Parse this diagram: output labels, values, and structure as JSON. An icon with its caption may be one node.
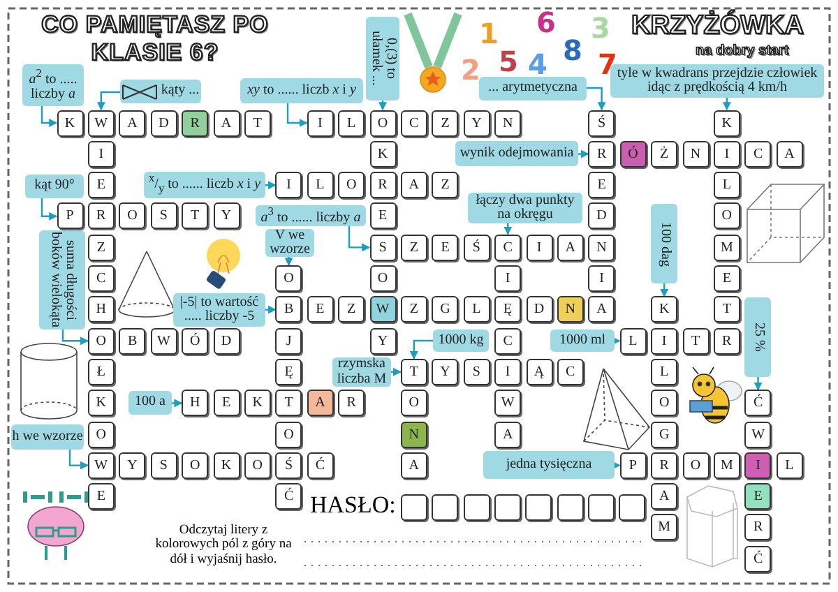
{
  "diagram": {
    "title": "CO PAMIĘTASZ PO KLASIE 6?",
    "nodes": [
      {
        "text": [
          "K"
        ]
      },
      {
        "text": [
          "W"
        ]
      },
      {
        "text": [
          "A"
        ]
      },
      {
        "text": [
          "D"
        ]
      },
      {
        "text": [
          "R"
        ]
      },
      {
        "text": [
          "A"
        ]
      },
      {
        "text": [
          "T"
        ]
      },
      {
        "text": [
          "I"
        ]
      },
      {
        "text": [
          "L"
        ]
      },
      {
        "text": [
          "O"
        ]
      },
      {
        "text": [
          "C"
        ]
      },
      {
        "text": [
          "Z"
        ]
      },
      {
        "text": [
          "Y"
        ]
      },
      {
        "text": [
          "N"
        ]
      },
      {
        "text": [
          "Ś"
        ]
      },
      {
        "text": [
          "K"
        ]
      },
      {
        "text": [
          "I"
        ]
      },
      {
        "text": [
          "K"
        ]
      },
      {
        "text": [
          "R"
        ]
      },
      {
        "text": [
          "Ó"
        ]
      },
      {
        "text": [
          "Ż"
        ]
      },
      {
        "text": [
          "N"
        ]
      },
      {
        "text": [
          "I"
        ]
      },
      {
        "text": [
          "C"
        ]
      },
      {
        "text": [
          "A"
        ]
      },
      {
        "text": [
          "E"
        ]
      },
      {
        "text": [
          "I"
        ]
      },
      {
        "text": [
          "L"
        ]
      },
      {
        "text": [
          "O"
        ]
      },
      {
        "text": [
          "R"
        ]
      },
      {
        "text": [
          "A"
        ]
      },
      {
        "text": [
          "Z"
        ]
      },
      {
        "text": [
          "E"
        ]
      },
      {
        "text": [
          "L"
        ]
      },
      {
        "text": [
          "P"
        ]
      },
      {
        "text": [
          "R"
        ]
      },
      {
        "text": [
          "O"
        ]
      },
      {
        "text": [
          "S"
        ]
      },
      {
        "text": [
          "T"
        ]
      },
      {
        "text": [
          "Y"
        ]
      },
      {
        "text": [
          "E"
        ]
      },
      {
        "text": [
          "D"
        ]
      },
      {
        "text": [
          "O"
        ]
      },
      {
        "text": [
          "Z"
        ]
      },
      {
        "text": [
          "S"
        ]
      },
      {
        "text": [
          "Z"
        ]
      },
      {
        "text": [
          "E"
        ]
      },
      {
        "text": [
          "Ś"
        ]
      },
      {
        "text": [
          "C"
        ]
      },
      {
        "text": [
          "I"
        ]
      },
      {
        "text": [
          "A"
        ]
      },
      {
        "text": [
          "N"
        ]
      },
      {
        "text": [
          "M"
        ]
      },
      {
        "text": [
          "C"
        ]
      },
      {
        "text": [
          "O"
        ]
      },
      {
        "text": [
          "O"
        ]
      },
      {
        "text": [
          "I"
        ]
      },
      {
        "text": [
          "I"
        ]
      },
      {
        "text": [
          "E"
        ]
      },
      {
        "text": [
          "H"
        ]
      },
      {
        "text": [
          "B"
        ]
      },
      {
        "text": [
          "E"
        ]
      },
      {
        "text": [
          "Z"
        ]
      },
      {
        "text": [
          "W"
        ]
      },
      {
        "text": [
          "Z"
        ]
      },
      {
        "text": [
          "G"
        ]
      },
      {
        "text": [
          "L"
        ]
      },
      {
        "text": [
          "Ę"
        ]
      },
      {
        "text": [
          "D"
        ]
      },
      {
        "text": [
          "N"
        ]
      },
      {
        "text": [
          "A"
        ]
      },
      {
        "text": [
          "K"
        ]
      },
      {
        "text": [
          "T"
        ]
      },
      {
        "text": [
          "O"
        ]
      },
      {
        "text": [
          "B"
        ]
      },
      {
        "text": [
          "W"
        ]
      },
      {
        "text": [
          "Ó"
        ]
      },
      {
        "text": [
          "D"
        ]
      },
      {
        "text": [
          "J"
        ]
      },
      {
        "text": [
          "Y"
        ]
      },
      {
        "text": [
          "C"
        ]
      },
      {
        "text": [
          "L"
        ]
      },
      {
        "text": [
          "I"
        ]
      },
      {
        "text": [
          "T"
        ]
      },
      {
        "text": [
          "R"
        ]
      },
      {
        "text": [
          "Ł"
        ]
      },
      {
        "text": [
          "Ę"
        ]
      },
      {
        "text": [
          "T"
        ]
      },
      {
        "text": [
          "Y"
        ]
      },
      {
        "text": [
          "S"
        ]
      },
      {
        "text": [
          "I"
        ]
      },
      {
        "text": [
          "Ą"
        ]
      },
      {
        "text": [
          "C"
        ]
      },
      {
        "text": [
          "L"
        ]
      },
      {
        "text": [
          "K"
        ]
      },
      {
        "text": [
          "H"
        ]
      },
      {
        "text": [
          "E"
        ]
      },
      {
        "text": [
          "K"
        ]
      },
      {
        "text": [
          "T"
        ]
      },
      {
        "text": [
          "A"
        ]
      },
      {
        "text": [
          "R"
        ]
      },
      {
        "text": [
          "O"
        ]
      },
      {
        "text": [
          "W"
        ]
      },
      {
        "text": [
          "O"
        ]
      },
      {
        "text": [
          "Ć"
        ]
      },
      {
        "text": [
          "O"
        ]
      },
      {
        "text": [
          "O"
        ]
      },
      {
        "text": [
          "N"
        ]
      },
      {
        "text": [
          "A"
        ]
      },
      {
        "text": [
          "G"
        ]
      },
      {
        "text": [
          "W"
        ]
      },
      {
        "text": [
          "W"
        ]
      },
      {
        "text": [
          "Y"
        ]
      },
      {
        "text": [
          "S"
        ]
      },
      {
        "text": [
          "O"
        ]
      },
      {
        "text": [
          "K"
        ]
      },
      {
        "text": [
          "O"
        ]
      },
      {
        "text": [
          "Ś"
        ]
      },
      {
        "text": [
          "Ć"
        ]
      },
      {
        "text": [
          "A"
        ]
      },
      {
        "text": [
          "P"
        ]
      },
      {
        "text": [
          "R"
        ]
      },
      {
        "text": [
          "O"
        ]
      },
      {
        "text": [
          "M"
        ]
      },
      {
        "text": [
          "I"
        ]
      },
      {
        "text": [
          "L"
        ]
      },
      {
        "text": [
          "E"
        ]
      },
      {
        "text": [
          "Ć"
        ]
      },
      {
        "text": [
          "A"
        ]
      },
      {
        "text": [
          "E"
        ]
      },
      {
        "text": [
          "M"
        ]
      },
      {
        "text": [
          "R"
        ]
      },
      {
        "text": [
          "Ć"
        ]
      },
      {
        "text": [],
        "shape": "box"
      },
      {
        "text": [],
        "shape": "box"
      },
      {
        "text": [],
        "shape": "box"
      },
      {
        "text": [],
        "shape": "box"
      },
      {
        "text": [],
        "shape": "box"
      },
      {
        "text": [],
        "shape": "box"
      },
      {
        "text": [],
        "shape": "box"
      },
      {
        "text": [],
        "shape": "box"
      },
      {
        "text": [
          "*a*$^{2}$ to ..... liczby *a*"
        ]
      },
      {
        "text": [
          "kąty ..."
        ]
      },
      {
        "text": [
          "*xy* to ...... liczb *x* i *y*"
        ]
      },
      {
        "text": [
          "0,(3) to ułamek ..."
        ]
      },
      {
        "text": [
          "... arytmetyczna"
        ]
      },
      {
        "text": [
          "tyle w kwadrans przejdzie człowiek idąc z prędkością 4 km/h"
        ]
      },
      {
        "text": [
          "wynik odejmowania"
        ]
      },
      {
        "text": [
          "kąt 90°"
        ]
      },
      {
        "text": [
          "$^{x}$/$_{y}$ to ...... liczb *x* i *y*"
        ]
      },
      {
        "text": [
          "*a*$^{3}$ to ...... liczby *a*"
        ]
      },
      {
        "text": [
          "łączy dwa punkty na okręgu"
        ]
      },
      {
        "text": [
          "100 dag"
        ]
      },
      {
        "text": [
          "suma długości boków wielokąta"
        ]
      },
      {
        "text": [
          "V we wzorze"
        ]
      },
      {
        "text": [
          "|-5| to wartość ..... liczby -5"
        ]
      },
      {
        "text": [
          "rzymska liczba M"
        ]
      },
      {
        "text": [
          "1000 kg"
        ]
      },
      {
        "text": [
          "1000 ml"
        ]
      },
      {
        "text": [
          "25 %"
        ]
      },
      {
        "text": [
          "100 a"
        ]
      },
      {
        "text": [
          "h we wzorze"
        ]
      },
      {
        "text": [
          "jedna tysięczna"
        ]
      }
    ],
    "edges": [
      {
        "from": 141,
        "to": 0,
        "arrow": "to"
      },
      {
        "from": 142,
        "to": 1,
        "arrow": "to"
      },
      {
        "from": 143,
        "to": 7,
        "arrow": "to"
      },
      {
        "from": 144,
        "to": 9,
        "arrow": "to"
      },
      {
        "from": 145,
        "to": 14,
        "arrow": "to"
      },
      {
        "from": 146,
        "to": 15,
        "arrow": "to"
      },
      {
        "from": 147,
        "to": 18,
        "arrow": "to"
      },
      {
        "from": 148,
        "to": 34,
        "arrow": "to"
      },
      {
        "from": 149,
        "to": 26,
        "arrow": "to"
      },
      {
        "from": 150,
        "to": 44,
        "arrow": "to"
      },
      {
        "from": 151,
        "to": 48,
        "arrow": "to"
      },
      {
        "from": 152,
        "to": 71,
        "arrow": "to"
      },
      {
        "from": 153,
        "to": 73,
        "arrow": "to"
      },
      {
        "from": 154,
        "to": 54,
        "arrow": "to"
      },
      {
        "from": 155,
        "to": 60,
        "arrow": "to"
      },
      {
        "from": 156,
        "to": 87,
        "arrow": "to"
      },
      {
        "from": 157,
        "to": 87,
        "arrow": "to"
      },
      {
        "from": 158,
        "to": 81,
        "arrow": "to"
      },
      {
        "from": 159,
        "to": 104,
        "arrow": "to"
      },
      {
        "from": 160,
        "to": 95,
        "arrow": "to"
      },
      {
        "from": 161,
        "to": 111,
        "arrow": "to"
      },
      {
        "from": 162,
        "to": 120,
        "arrow": "to"
      }
    ],
    "labels": [
      "KRZYŻÓWKA",
      "na dobry start",
      "2",
      "1",
      "5",
      "4",
      "6",
      "8",
      "3",
      "7",
      "HASŁO:",
      "Odczytaj litery z kolorowych pól z góry na dół i wyjaśnij hasło."
    ]
  }
}
